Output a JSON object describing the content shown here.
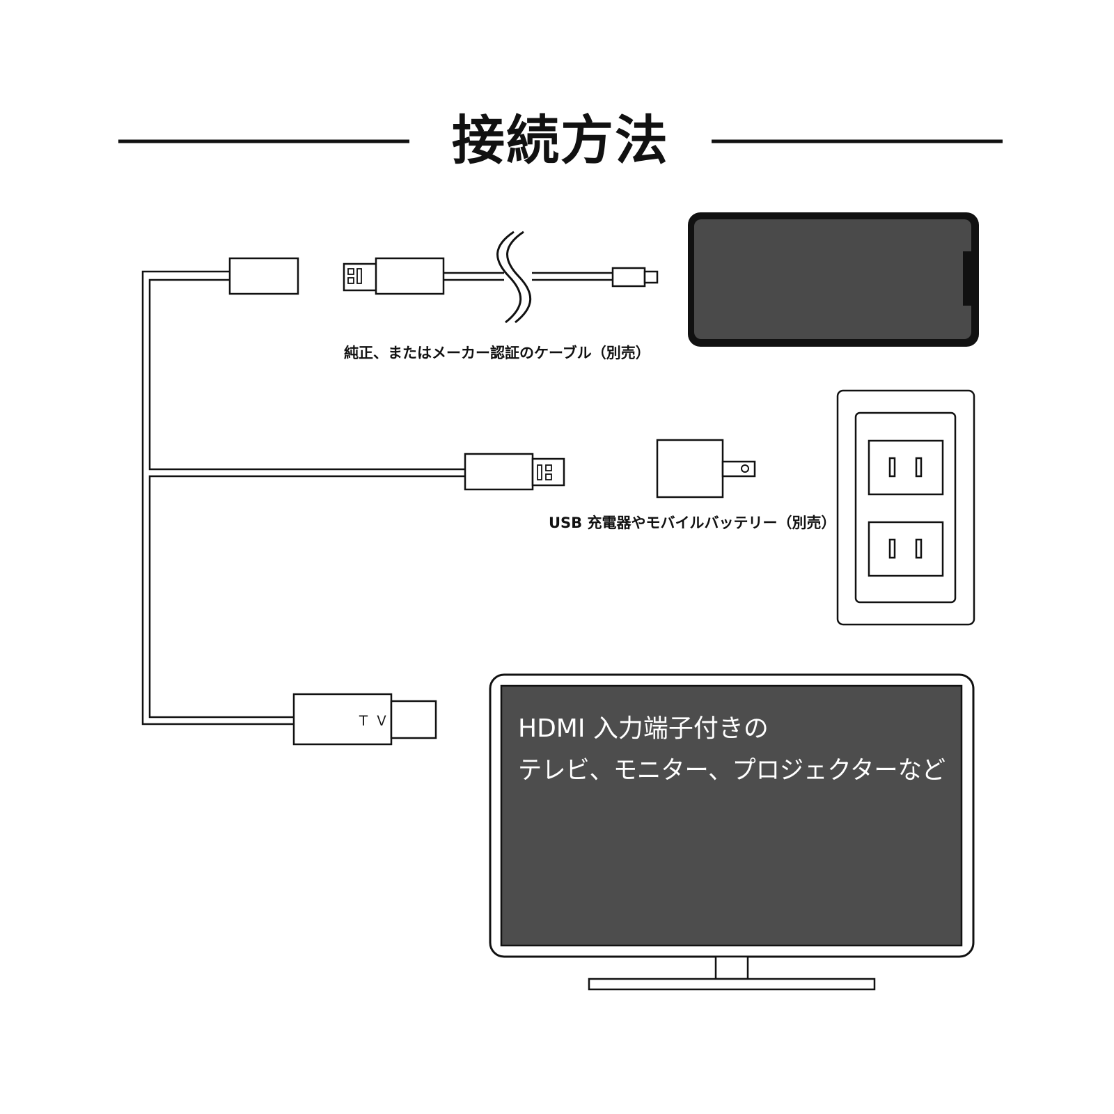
{
  "title": "接続方法",
  "captions": {
    "cable_note": "純正、またはメーカー認証のケーブル（別売）",
    "charger_note": "USB 充電器やモバイルバッテリー（別売）"
  },
  "hdmi_plug_label": "ＴＶ",
  "tv_screen": {
    "line1": "HDMI 入力端子付きの",
    "line2": "テレビ、モニター、プロジェクターなど"
  },
  "colors": {
    "line": "#111111",
    "screen": "#4d4d4d",
    "phone_body": "#111111",
    "phone_screen": "#4a4a4a",
    "background": "#ffffff"
  }
}
